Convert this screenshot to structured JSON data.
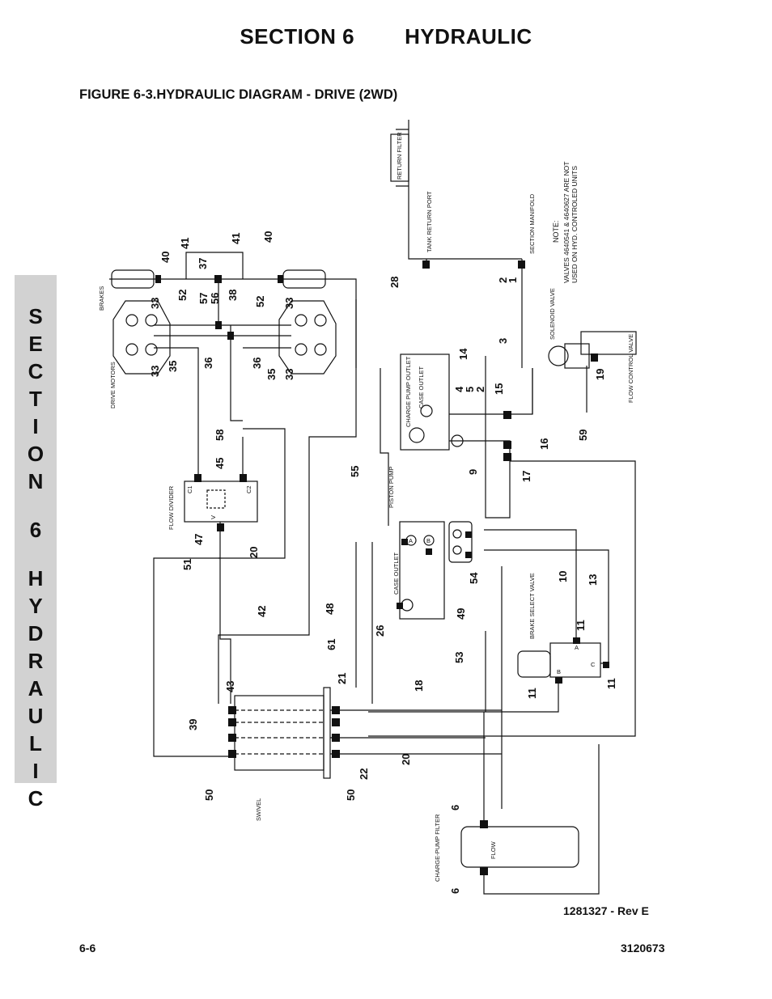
{
  "header": {
    "section_label": "SECTION 6",
    "section_name": "HYDRAULIC"
  },
  "figure_title": "FIGURE 6-3.HYDRAULIC DIAGRAM - DRIVE (2WD)",
  "side_tab": [
    "S",
    "E",
    "C",
    "T",
    "I",
    "O",
    "N",
    "6",
    "H",
    "Y",
    "D",
    "R",
    "A",
    "U",
    "L",
    "I",
    "C"
  ],
  "diagram": {
    "component_labels": {
      "return_filter": "RETURN FILTER",
      "tank_return_port": "TANK RETURN PORT",
      "section_manifold": "SECTION MANIFOLD",
      "brakes": "BRAKES",
      "drive_motors": "DRIVE MOTORS",
      "flow_divider": "FLOW DIVIDER",
      "piston_pump": "PISTON PUMP",
      "case_outlet": "CASE OUTLET",
      "charge_pump_outlet": "CHARGE PUMP OUTLET",
      "case_outlet_upper": "CASE OUTLET",
      "solenoid_valve": "SOLENOID VALVE",
      "flow_control_valve": "FLOW CONTROL VALVE",
      "brake_select_valve": "BRAKE SELECT VALVE",
      "swivel": "SWIVEL",
      "charge_pump_filter": "CHARGE-PUMP FILTER",
      "flow": "FLOW"
    },
    "note": {
      "title": "NOTE:",
      "line1": "VALVES 4640541 & 4640627 ARE NOT",
      "line2": "USED ON HYD. CONTROLED UNITS"
    },
    "port_labels": {
      "a": "A",
      "b": "B",
      "c": "C",
      "c1": "C1",
      "c2": "C2",
      "v": "V"
    },
    "callouts": [
      "40",
      "41",
      "37",
      "41",
      "40",
      "28",
      "2",
      "1",
      "52",
      "57",
      "56",
      "38",
      "52",
      "33",
      "33",
      "33",
      "35",
      "36",
      "36",
      "35",
      "33",
      "14",
      "3",
      "4",
      "5",
      "2",
      "15",
      "58",
      "19",
      "45",
      "16",
      "59",
      "9",
      "17",
      "55",
      "47",
      "20",
      "51",
      "48",
      "42",
      "26",
      "49",
      "54",
      "10",
      "13",
      "11",
      "61",
      "53",
      "18",
      "43",
      "21",
      "39",
      "50",
      "22",
      "50",
      "20",
      "11",
      "11",
      "6",
      "6"
    ]
  },
  "revision": "1281327 - Rev E",
  "footer": {
    "page_number": "6-6",
    "document_number": "3120673"
  }
}
